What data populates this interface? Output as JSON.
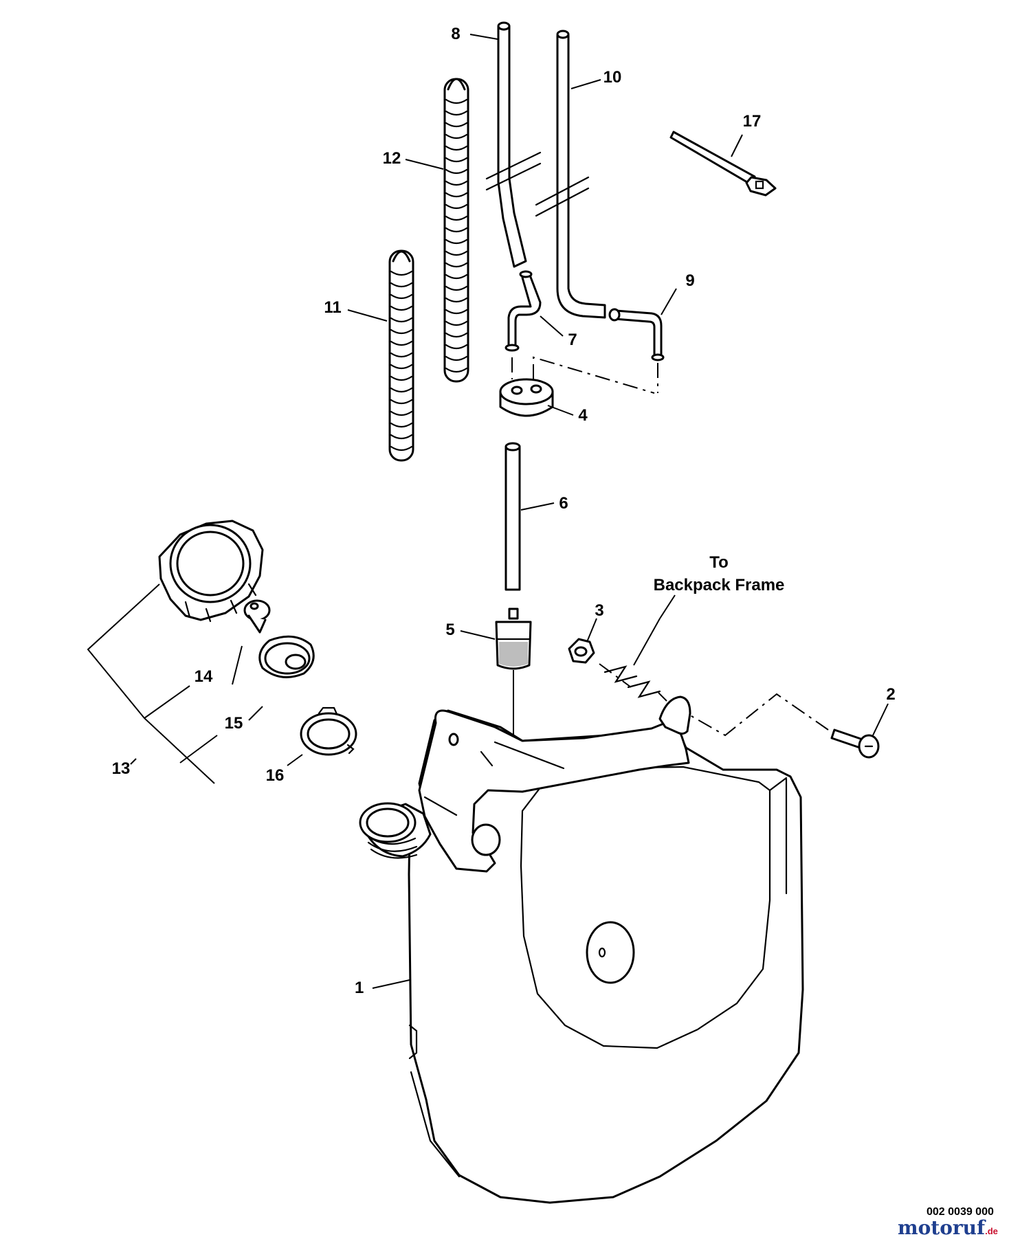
{
  "diagram": {
    "callouts": [
      "1",
      "2",
      "3",
      "4",
      "5",
      "6",
      "7",
      "8",
      "9",
      "10",
      "11",
      "12",
      "13",
      "14",
      "15",
      "16",
      "17"
    ],
    "note_line1": "To",
    "note_line2": "Backpack Frame",
    "drawing_code": "002 0039 000",
    "watermark_main": "motoruf",
    "watermark_tld": ".de",
    "colors": {
      "line": "#000000",
      "background": "#ffffff",
      "watermark_red": "#c8102e",
      "watermark_blue": "#1f3f8f"
    }
  }
}
